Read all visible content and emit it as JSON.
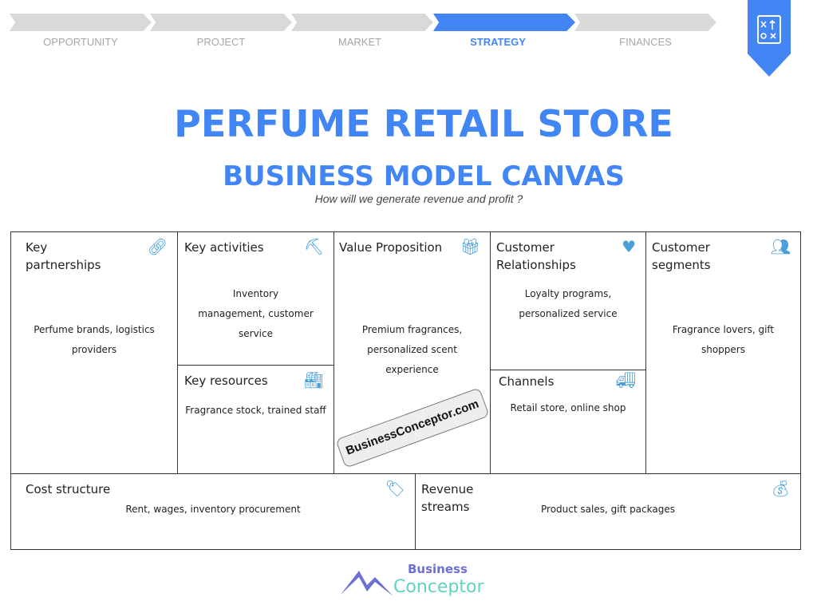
{
  "steps": [
    {
      "label": "OPPORTUNITY",
      "active": false
    },
    {
      "label": "PROJECT",
      "active": false
    },
    {
      "label": "MARKET",
      "active": false
    },
    {
      "label": "STRATEGY",
      "active": true
    },
    {
      "label": "FINANCES",
      "active": false
    }
  ],
  "bookmark_icon": "strategy-board-icon",
  "title": "PERFUME RETAIL STORE",
  "subtitle": "BUSINESS MODEL CANVAS",
  "question": "How will we generate revenue and profit ?",
  "canvas": {
    "key_partnerships": {
      "title": "Key partnerships",
      "text": "Perfume brands, logistics providers",
      "icon": "link-icon"
    },
    "key_activities": {
      "title": "Key activities",
      "text": "Inventory management, customer service",
      "icon": "shovel-icon"
    },
    "key_resources": {
      "title": "Key resources",
      "text": "Fragrance stock, trained staff",
      "icon": "factory-icon"
    },
    "value_proposition": {
      "title": "Value Proposition",
      "text": "Premium fragrances, personalized scent experience",
      "icon": "gift-icon"
    },
    "customer_relationships": {
      "title": "Customer Relationships",
      "text": "Loyalty programs, personalized service",
      "icon": "heart-icon"
    },
    "channels": {
      "title": "Channels",
      "text": "Retail store, online shop",
      "icon": "truck-icon"
    },
    "customer_segments": {
      "title": "Customer segments",
      "text": "Fragrance lovers, gift shoppers",
      "icon": "users-icon"
    },
    "cost_structure": {
      "title": "Cost structure",
      "text": "Rent, wages, inventory procurement",
      "icon": "tag-icon"
    },
    "revenue_streams": {
      "title": "Revenue streams",
      "text": "Product sales, gift packages",
      "icon": "money-bag-icon"
    }
  },
  "watermark": "BusinessConceptor.com",
  "logo": {
    "line1": "Business",
    "line2": "Conceptor"
  },
  "colors": {
    "accent": "#4285f4",
    "inactive_step": "#d9d9d9",
    "icon": "#4a9fd8",
    "logo_purple": "#6b6fd6",
    "logo_teal": "#5fd3c0"
  }
}
